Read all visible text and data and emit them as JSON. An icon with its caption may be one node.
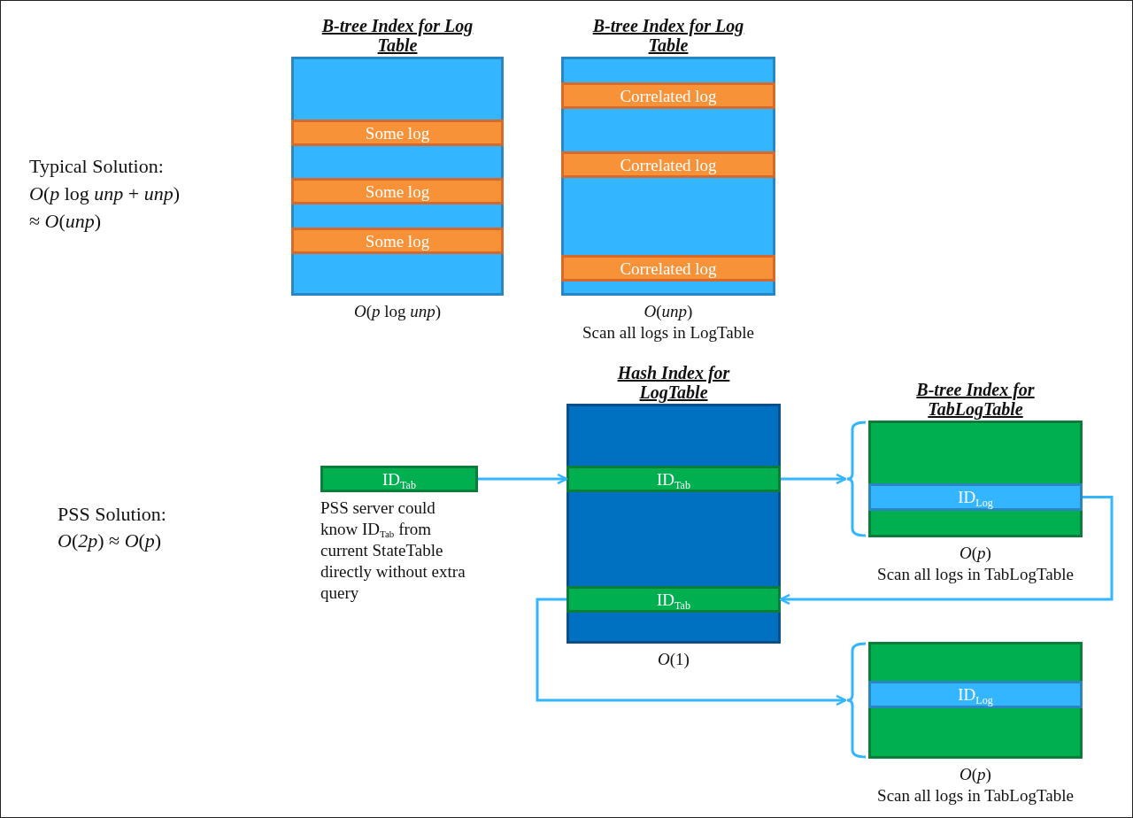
{
  "diagram": {
    "nodes": [
      {
        "text": [
          "B-tree Index for Log Table"
        ],
        "beside": [
          "*O*(*p* log *unp*)"
        ]
      },
      {
        "text": [
          "Some log"
        ],
        "in": 0
      },
      {
        "text": [
          "Some log"
        ],
        "in": 0
      },
      {
        "text": [
          "Some log"
        ],
        "in": 0
      },
      {
        "text": [
          "B-tree Index for Log Table"
        ],
        "beside": [
          "*O*(*unp*)",
          "Scan all logs in LogTable"
        ]
      },
      {
        "text": [
          "Correlated log"
        ],
        "in": 4
      },
      {
        "text": [
          "Correlated log"
        ],
        "in": 4
      },
      {
        "text": [
          "Correlated log"
        ],
        "in": 4
      },
      {
        "text": [
          "ID$_{Tab}$"
        ],
        "beside": [
          "PSS server could know ID$_{Tab}$ from current StateTable directly without extra query"
        ]
      },
      {
        "text": [
          "Hash Index for LogTable"
        ],
        "beside": [
          "*O*(1)"
        ]
      },
      {
        "text": [
          "ID$_{Tab}$"
        ],
        "in": 9
      },
      {
        "text": [
          "ID$_{Tab}$"
        ],
        "in": 9
      },
      {
        "text": [
          "B-tree Index for TabLogTable"
        ],
        "beside": [
          "*O*(*p*)",
          "Scan all logs in TabLogTable"
        ]
      },
      {
        "text": [
          "ID$_{Log}$"
        ],
        "in": 12
      },
      {
        "text": [],
        "shape": "box",
        "beside": [
          "*O*(*p*)",
          "Scan all logs in TabLogTable"
        ]
      },
      {
        "text": [
          "ID$_{Log}$"
        ],
        "in": 14
      }
    ],
    "edges": [
      {
        "from": 8,
        "to": 10,
        "arrow": "to"
      },
      {
        "from": 10,
        "to": 12,
        "arrow": "to"
      },
      {
        "from": 13,
        "to": 11,
        "arrow": "to"
      },
      {
        "from": 11,
        "to": 14,
        "arrow": "to"
      }
    ],
    "labels": [
      "Typical Solution:",
      "*O*(*p* log *unp* + *unp*)",
      "≈ *O*(*unp*)",
      "PSS Solution:",
      "*O*(*2p*) ≈ *O*(*p*)"
    ]
  }
}
